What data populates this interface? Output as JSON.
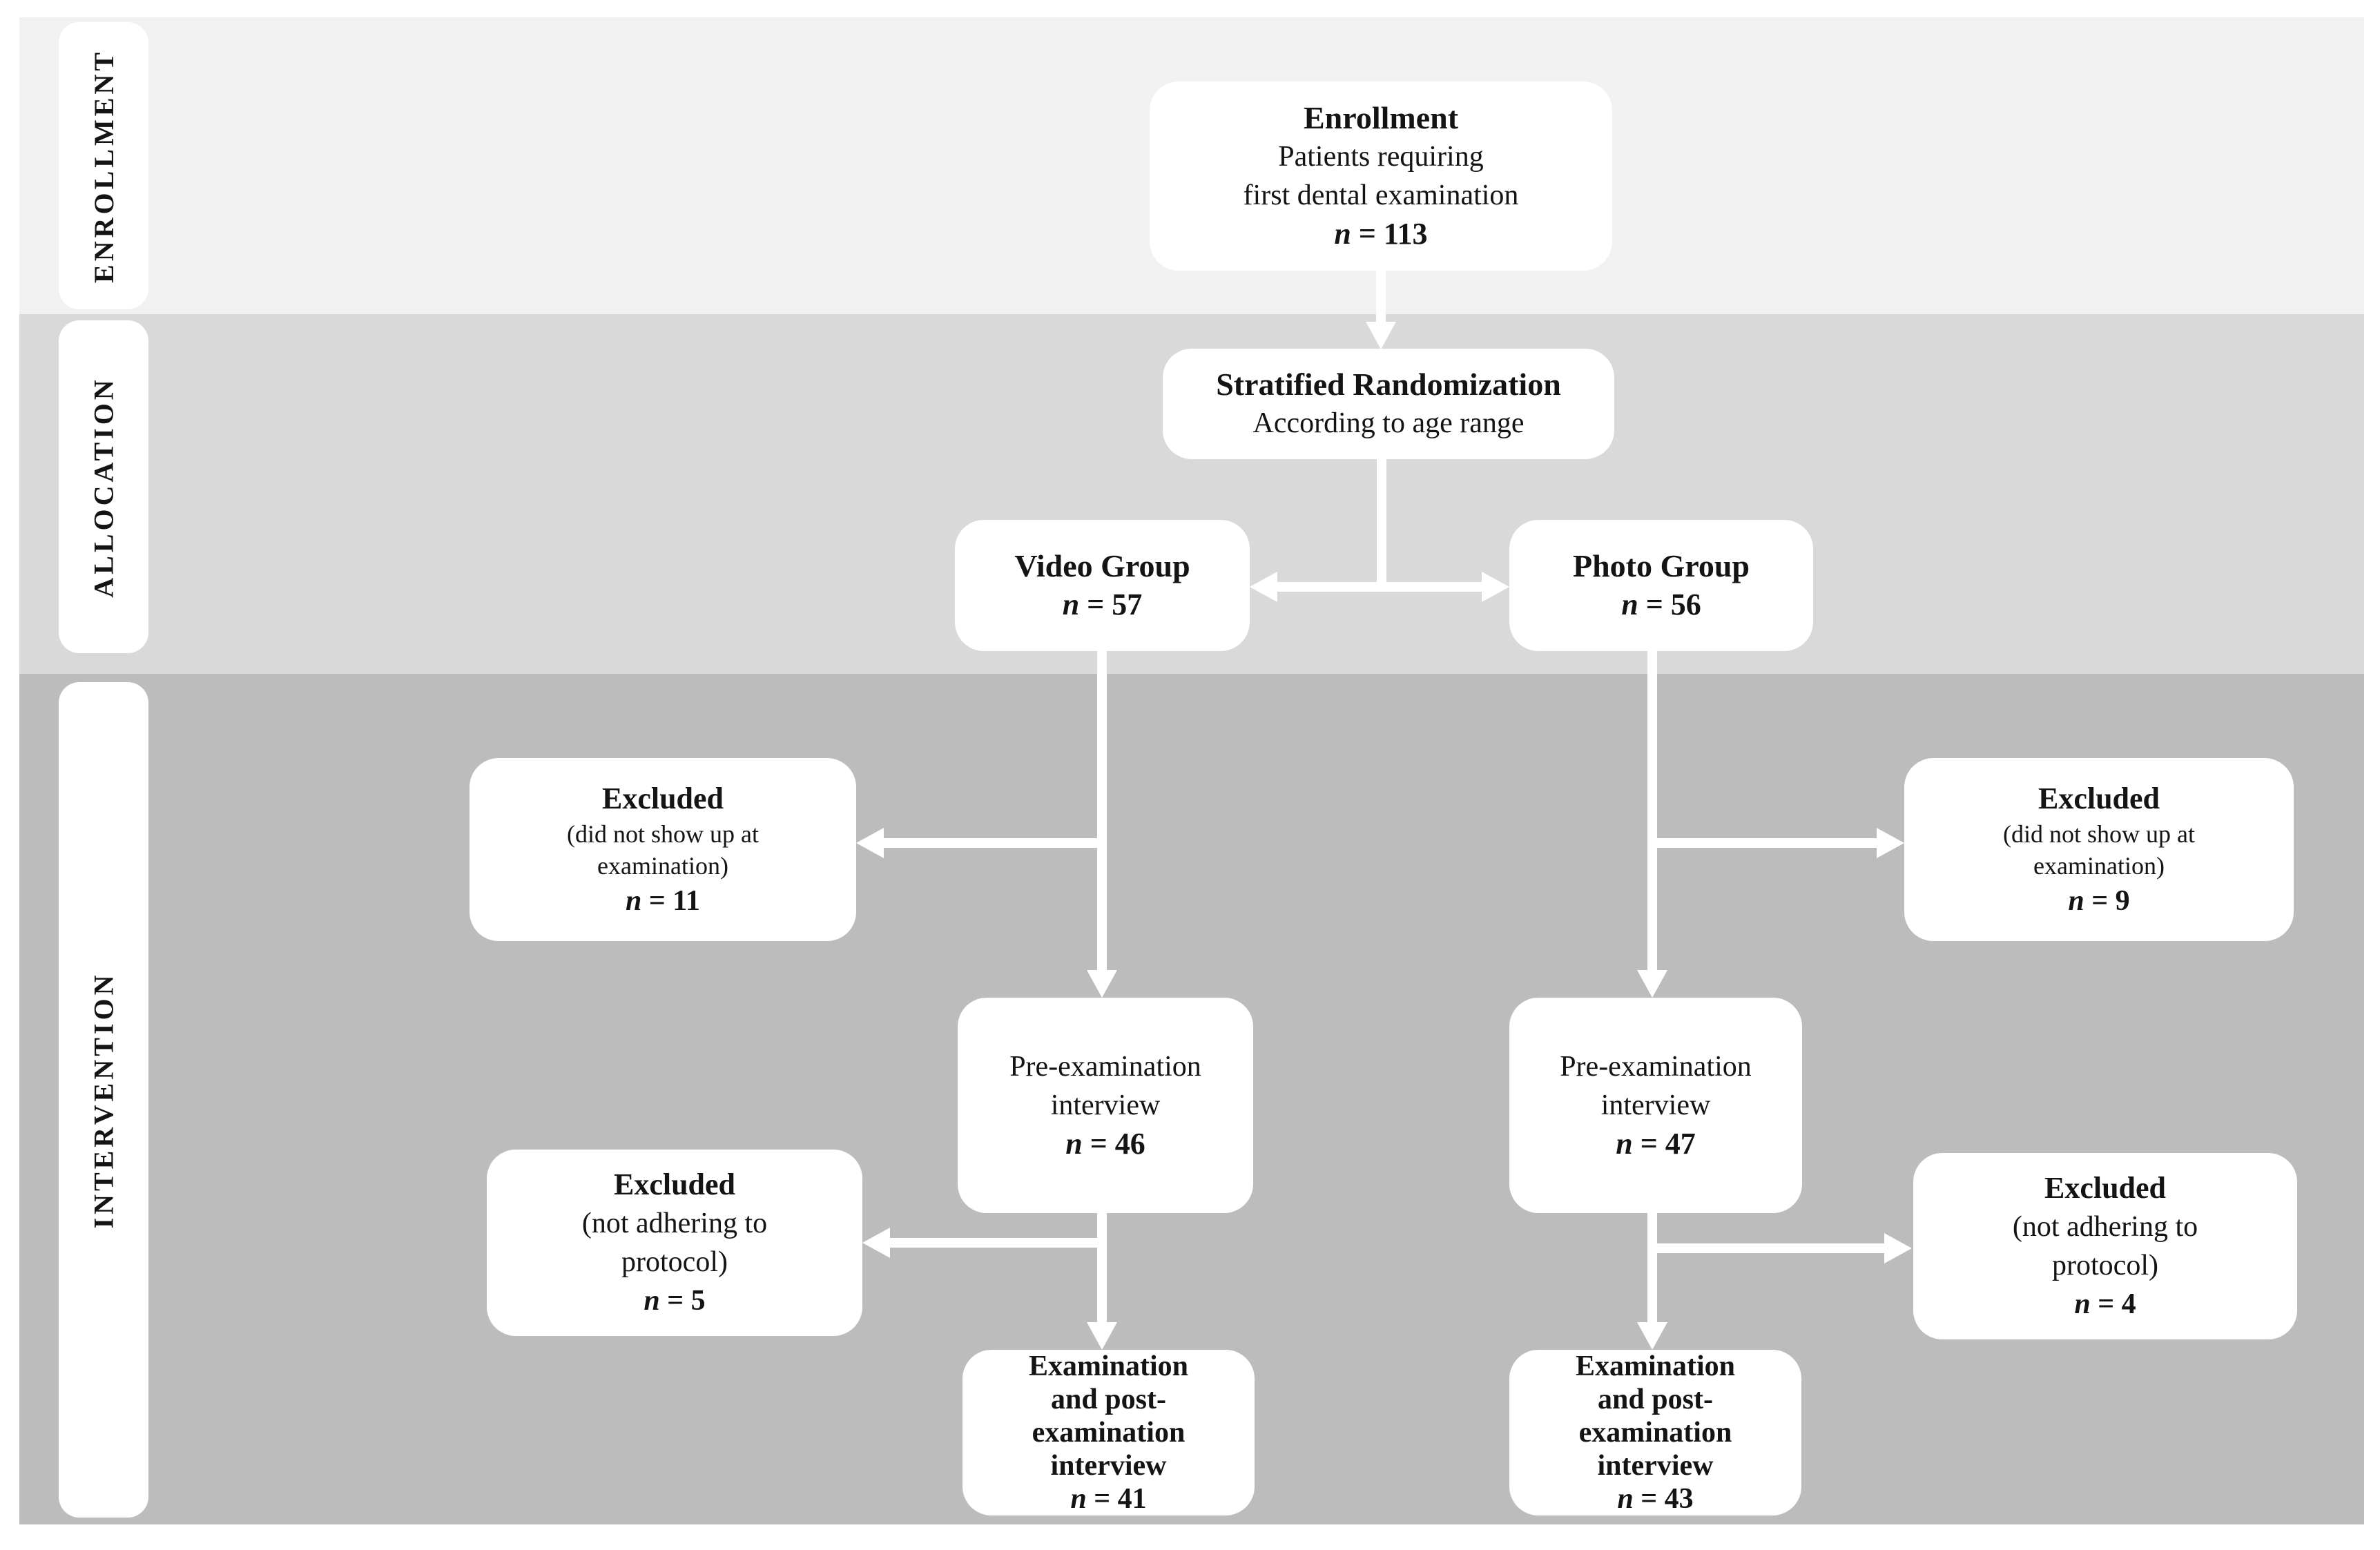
{
  "diagram": {
    "stages": [
      {
        "label": "ENROLLMENT"
      },
      {
        "label": "ALLOCATION"
      },
      {
        "label": "INTERVENTION"
      }
    ],
    "colors": {
      "enrollment_band": "#f1f1f1",
      "allocation_band": "#d9d9d9",
      "intervention_band": "#bcbcbc",
      "box_fill": "#ffffff",
      "arrow": "#ffffff",
      "text": "#141414"
    },
    "boxes": {
      "enrollment": {
        "title": "Enrollment",
        "line1": "Patients requiring",
        "line2": "first dental examination",
        "n_prefix": "n",
        "n_rest": " = 113"
      },
      "randomization": {
        "title": "Stratified Randomization",
        "line1": "According to age range"
      },
      "video_group": {
        "title": "Video Group",
        "n_prefix": "n",
        "n_rest": " = 57"
      },
      "photo_group": {
        "title": "Photo Group",
        "n_prefix": "n",
        "n_rest": " = 56"
      },
      "video_excluded_noshow": {
        "title": "Excluded",
        "line1": "(did not show up at",
        "line2": "examination)",
        "n_prefix": "n",
        "n_rest": " = 11"
      },
      "photo_excluded_noshow": {
        "title": "Excluded",
        "line1": "(did not show up at",
        "line2": "examination)",
        "n_prefix": "n",
        "n_rest": " = 9"
      },
      "video_pre_exam": {
        "line1": "Pre-examination",
        "line2": "interview",
        "n_prefix": "n",
        "n_rest": " = 46"
      },
      "photo_pre_exam": {
        "line1": "Pre-examination",
        "line2": "interview",
        "n_prefix": "n",
        "n_rest": " = 47"
      },
      "video_excluded_protocol": {
        "title": "Excluded",
        "line1": "(not adhering to",
        "line2": "protocol)",
        "n_prefix": "n",
        "n_rest": " = 5"
      },
      "photo_excluded_protocol": {
        "title": "Excluded",
        "line1": "(not adhering to",
        "line2": "protocol)",
        "n_prefix": "n",
        "n_rest": " = 4"
      },
      "video_post_exam": {
        "line1": "Examination",
        "line2": "and post-",
        "line3": "examination",
        "line4": "interview",
        "n_prefix": "n",
        "n_rest": " = 41"
      },
      "photo_post_exam": {
        "line1": "Examination",
        "line2": "and post-",
        "line3": "examination",
        "line4": "interview",
        "n_prefix": "n",
        "n_rest": " = 43"
      }
    }
  }
}
